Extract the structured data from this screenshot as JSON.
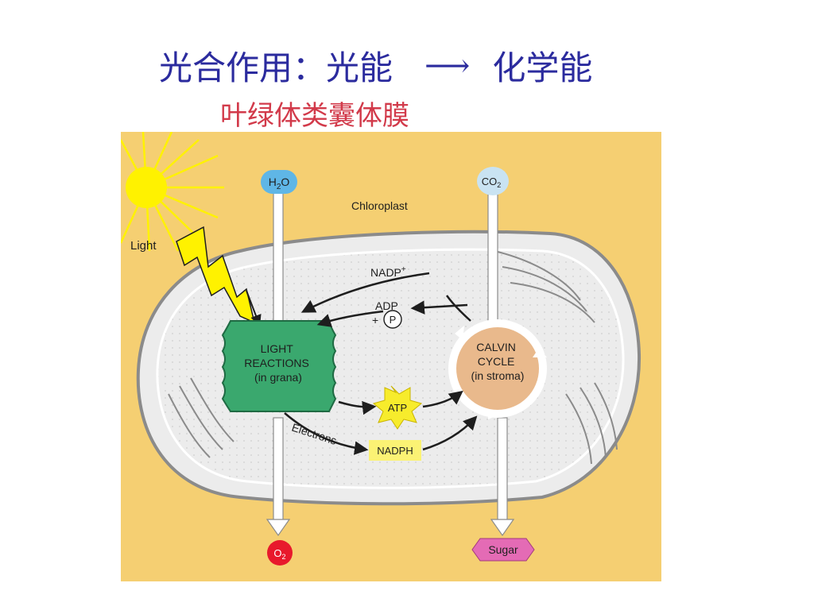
{
  "slide": {
    "title_left": "光合作用：光能",
    "title_arrow": "⟶",
    "title_right": "化学能",
    "subtitle": "叶绿体类囊体膜"
  },
  "colors": {
    "title": "#2b2b9e",
    "subtitle": "#d23a4a",
    "background": "#f5cf72",
    "chloroplast": "#ececec",
    "membrane": "#8b8b8b",
    "light_reactions": "#3aa86e",
    "calvin_cycle": "#e9b98c",
    "water": "#5fb6e6",
    "co2": "#c9e3f2",
    "oxygen": "#e8192c",
    "sugar": "#e46bb5",
    "atp": "#f7ec2c",
    "nadph": "#fbf274",
    "sun": "#fff200"
  },
  "diagram": {
    "light_label": "Light",
    "chloroplast_label": "Chloroplast",
    "water": {
      "main": "H",
      "sub": "2",
      "tail": "O"
    },
    "co2": {
      "main": "CO",
      "sub": "2"
    },
    "oxygen": {
      "main": "O",
      "sub": "2"
    },
    "sugar_label": "Sugar",
    "light_reactions": {
      "line1": "LIGHT",
      "line2": "REACTIONS",
      "line3": "(in grana)"
    },
    "calvin_cycle": {
      "line1": "CALVIN",
      "line2": "CYCLE",
      "line3": "(in stroma)"
    },
    "nadp": {
      "main": "NADP",
      "sup": "+"
    },
    "adp": "ADP",
    "plus": "+",
    "phosphate": "P",
    "atp": "ATP",
    "nadph": "NADPH",
    "electrons_label": "Electrons"
  }
}
